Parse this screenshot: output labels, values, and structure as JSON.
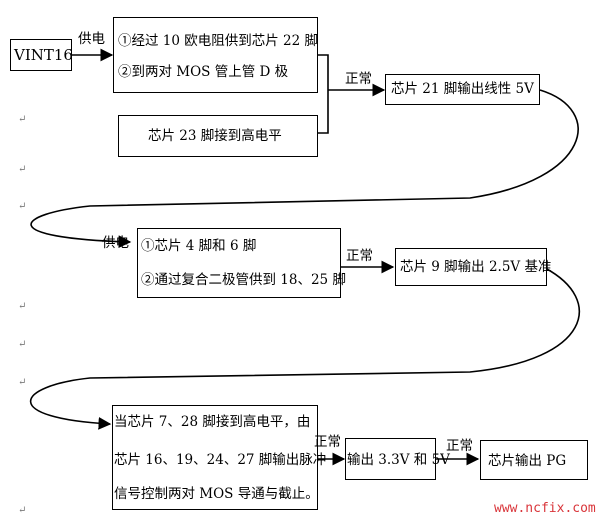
{
  "nodes": {
    "vint": "VINT16",
    "resistor_line1": "①经过 10 欧电阻供到芯片 22 脚",
    "resistor_line2": "②到两对 MOS 管上管 D 极",
    "pin23": "芯片 23 脚接到高电平",
    "pin21": "芯片 21 脚输出线性 5V",
    "pin46_line1": "①芯片 4 脚和 6 脚",
    "pin46_line2": "②通过复合二极管供到 18、25 脚",
    "pin9": "芯片 9 脚输出 2.5V 基准",
    "pwm_line1": "当芯片 7、28 脚接到高电平，由",
    "pwm_line2": "芯片 16、19、24、27 脚输出脉冲",
    "pwm_line3": "信号控制两对 MOS 导通与截止。",
    "out33": "输出 3.3V 和 5V",
    "pg": "芯片输出 PG"
  },
  "edge_labels": {
    "supply1": "供电",
    "normal1": "正常",
    "supply2": "供电",
    "normal2": "正常",
    "normal3": "正常",
    "normal4": "正常"
  },
  "watermark": "www.ncfix.com",
  "colors": {
    "watermark": "#d9353a",
    "paragraph_mark": "#7a7a7a"
  }
}
